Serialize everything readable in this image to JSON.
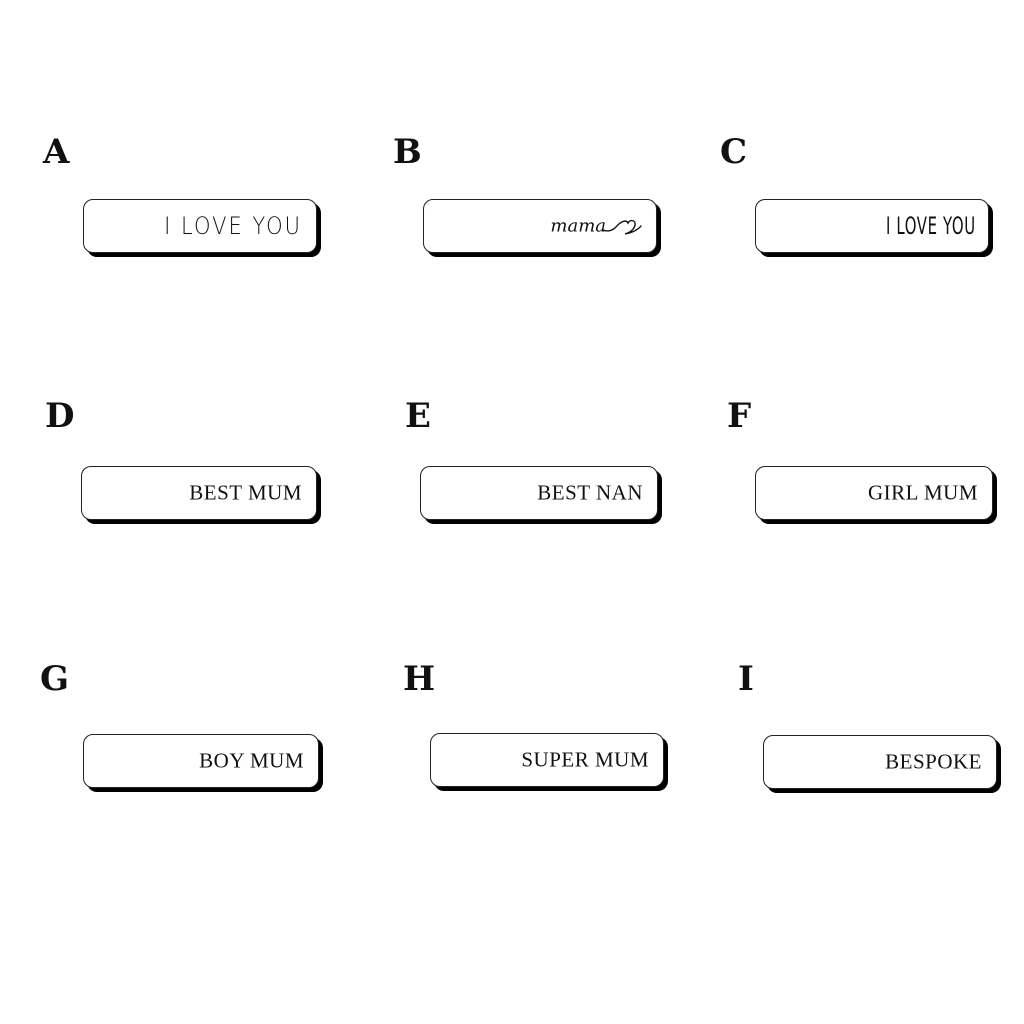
{
  "options": [
    {
      "letter": "A",
      "text": "I LOVE YOU"
    },
    {
      "letter": "B",
      "text": "mama"
    },
    {
      "letter": "C",
      "text": "I LOVE YOU"
    },
    {
      "letter": "D",
      "text": "BEST MUM"
    },
    {
      "letter": "E",
      "text": "BEST NAN"
    },
    {
      "letter": "F",
      "text": "GIRL MUM"
    },
    {
      "letter": "G",
      "text": "BOY MUM"
    },
    {
      "letter": "H",
      "text": "SUPER MUM"
    },
    {
      "letter": "I",
      "text": "BESPOKE"
    }
  ],
  "colors": {
    "background": "#ffffff",
    "ink": "#111111",
    "shadow": "#000000"
  }
}
